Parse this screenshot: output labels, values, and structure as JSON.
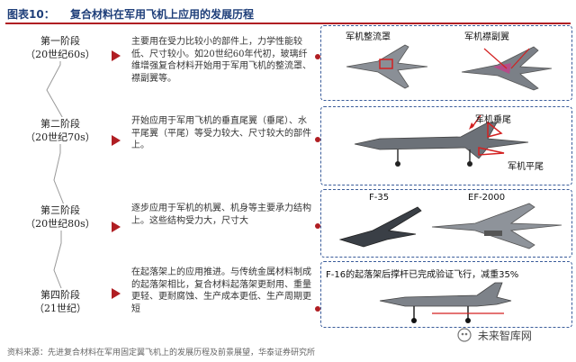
{
  "header": {
    "figure_tag": "图表10：",
    "title": "复合材料在军用飞机上应用的发展历程"
  },
  "stages": [
    {
      "name": "第一阶段",
      "period": "（20世纪60s）",
      "description": "主要用在受力比较小的部件上，力学性能较低、尺寸较小。如20世纪60年代初，玻璃纤维增强复合材料开始用于军用飞机的整流罩、襟副翼等。"
    },
    {
      "name": "第二阶段",
      "period": "（20世纪70s）",
      "description": "开始应用于军用飞机的垂直尾翼（垂尾）、水平尾翼（平尾）等受力较大、尺寸较大的部件上。"
    },
    {
      "name": "第三阶段",
      "period": "（20世纪80s）",
      "description": "逐步应用于军机的机翼、机身等主要承力结构上。这些结构受力大，尺寸大"
    },
    {
      "name": "第四阶段",
      "period": "（21世纪）",
      "description": "在起落架上的应用推进。与传统金属材料制成的起落架相比，复合材料起落架更耐用、重量更轻、更耐腐蚀、生产成本更低、生产周期更短"
    }
  ],
  "images": {
    "stage1_labels": [
      "军机整流罩",
      "军机襟副翼"
    ],
    "stage2_labels": [
      "军机垂尾",
      "军机平尾"
    ],
    "stage3_labels": [
      "F-35",
      "EF-2000"
    ],
    "stage4_note": "F-16的起落架后撑杆已完成验证飞行，减重35%"
  },
  "source": "资料来源：先进复合材料在军用固定翼飞机上的发展历程及前景展望，华泰证券研究所",
  "watermark": "未来智库网",
  "colors": {
    "accent": "#b01e23",
    "frame": "#3a5c9a",
    "heading": "#1f3f7a"
  }
}
